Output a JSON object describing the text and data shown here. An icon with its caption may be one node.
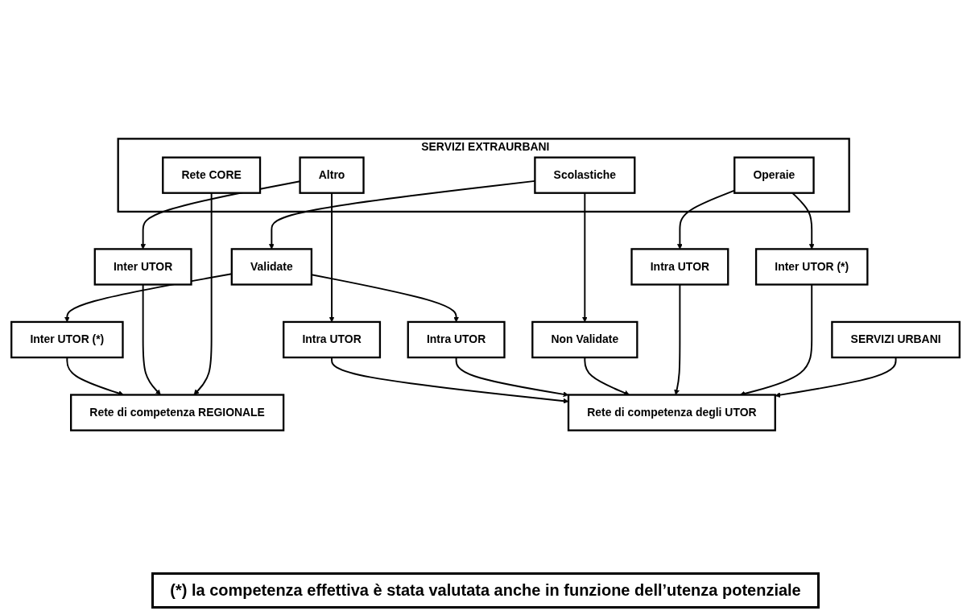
{
  "diagram": {
    "nodes": [
      {
        "text": [
          "SERVIZI EXTRAURBANI"
        ]
      },
      {
        "text": [
          "Rete CORE"
        ],
        "in": 0
      },
      {
        "text": [
          "Operaie"
        ],
        "in": 0
      },
      {
        "text": [
          "Scolastiche"
        ],
        "in": 0
      },
      {
        "text": [
          "Altro"
        ],
        "in": 0
      },
      {
        "text": [
          "SERVIZI URBANI"
        ]
      },
      {
        "text": [
          "Inter UTOR (*)"
        ]
      },
      {
        "text": [
          "Intra UTOR"
        ]
      },
      {
        "text": [
          "Validate"
        ]
      },
      {
        "text": [
          "Non Validate"
        ]
      },
      {
        "text": [
          "Inter UTOR (*)"
        ]
      },
      {
        "text": [
          "Intra UTOR"
        ]
      },
      {
        "text": [
          "Inter UTOR"
        ]
      },
      {
        "text": [
          "Intra UTOR"
        ]
      },
      {
        "text": [
          "Rete di competenza REGIONALE"
        ]
      },
      {
        "text": [
          "Rete di competenza degli UTOR"
        ]
      }
    ],
    "edges": [
      {
        "from": 1,
        "to": 14,
        "arrow": "to"
      },
      {
        "from": 2,
        "to": 6,
        "arrow": "to"
      },
      {
        "from": 2,
        "to": 7,
        "arrow": "to"
      },
      {
        "from": 3,
        "to": 8,
        "arrow": "to"
      },
      {
        "from": 3,
        "to": 9,
        "arrow": "to"
      },
      {
        "from": 4,
        "to": 12,
        "arrow": "to"
      },
      {
        "from": 4,
        "to": 13,
        "arrow": "to"
      },
      {
        "from": 5,
        "to": 15,
        "arrow": "to"
      },
      {
        "from": 6,
        "to": 15,
        "arrow": "to"
      },
      {
        "from": 7,
        "to": 15,
        "arrow": "to"
      },
      {
        "from": 8,
        "to": 10,
        "arrow": "to"
      },
      {
        "from": 8,
        "to": 11,
        "arrow": "to"
      },
      {
        "from": 9,
        "to": 15,
        "arrow": "to"
      },
      {
        "from": 12,
        "to": 14,
        "arrow": "to"
      },
      {
        "from": 10,
        "to": 14,
        "arrow": "to"
      },
      {
        "from": 11,
        "to": 15,
        "arrow": "to"
      },
      {
        "from": 13,
        "to": 15,
        "arrow": "to"
      }
    ],
    "labels": [
      "(*) la competenza effettiva è stata valutata anche in funzione dell’utenza potenziale"
    ]
  }
}
